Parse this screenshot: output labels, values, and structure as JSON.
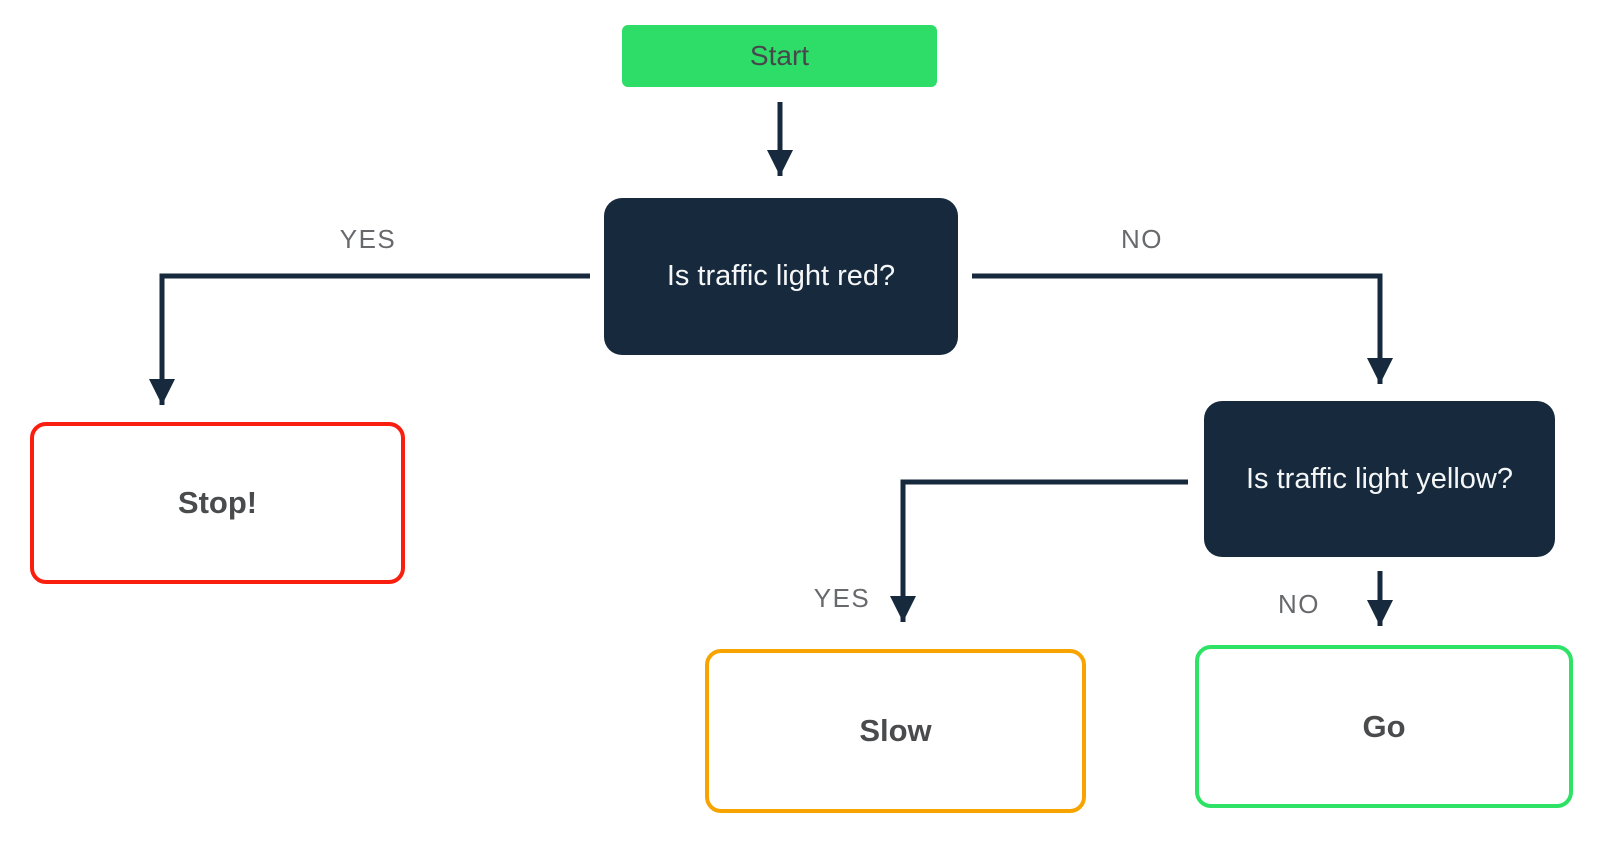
{
  "colors": {
    "node_green": "#2edc68",
    "node_navy": "#17293c",
    "connector_navy": "#17293c",
    "stop_red": "#fa1e0e",
    "slow_orange": "#f7a400",
    "go_green": "#2ee266",
    "start_text": "#46484c",
    "decision_text": "#f4f6f7",
    "terminal_text_gray": "#4a4b4d",
    "edge_label_gray": "#67696c"
  },
  "nodes": {
    "start": {
      "label": "Start"
    },
    "red_question": {
      "label": "Is traffic light red?"
    },
    "stop": {
      "label": "Stop!"
    },
    "yellow_question": {
      "label": "Is traffic light yellow?"
    },
    "slow": {
      "label": "Slow"
    },
    "go": {
      "label": "Go"
    }
  },
  "edges": {
    "red_yes": {
      "label": "YES"
    },
    "red_no": {
      "label": "NO"
    },
    "yellow_yes": {
      "label": "YES"
    },
    "yellow_no": {
      "label": "NO"
    }
  }
}
